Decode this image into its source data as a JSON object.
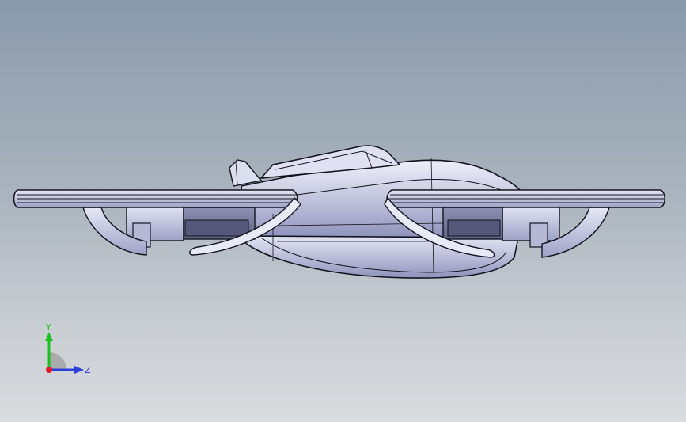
{
  "viewport": {
    "background_top": "#8a9aab",
    "background_bottom": "#d9dcdf"
  },
  "model": {
    "name": "drone-side-view",
    "body_color": "#c9cbe0",
    "edge_color": "#14141e",
    "shadow_color": "#9fa2c4",
    "highlight_color": "#eef0fb"
  },
  "triad": {
    "y_label": "Y",
    "z_label": "Z",
    "y_color": "#19c21e",
    "z_color": "#2c3fd6",
    "x_color": "#e3162a",
    "icon": "axis-triad-icon"
  }
}
